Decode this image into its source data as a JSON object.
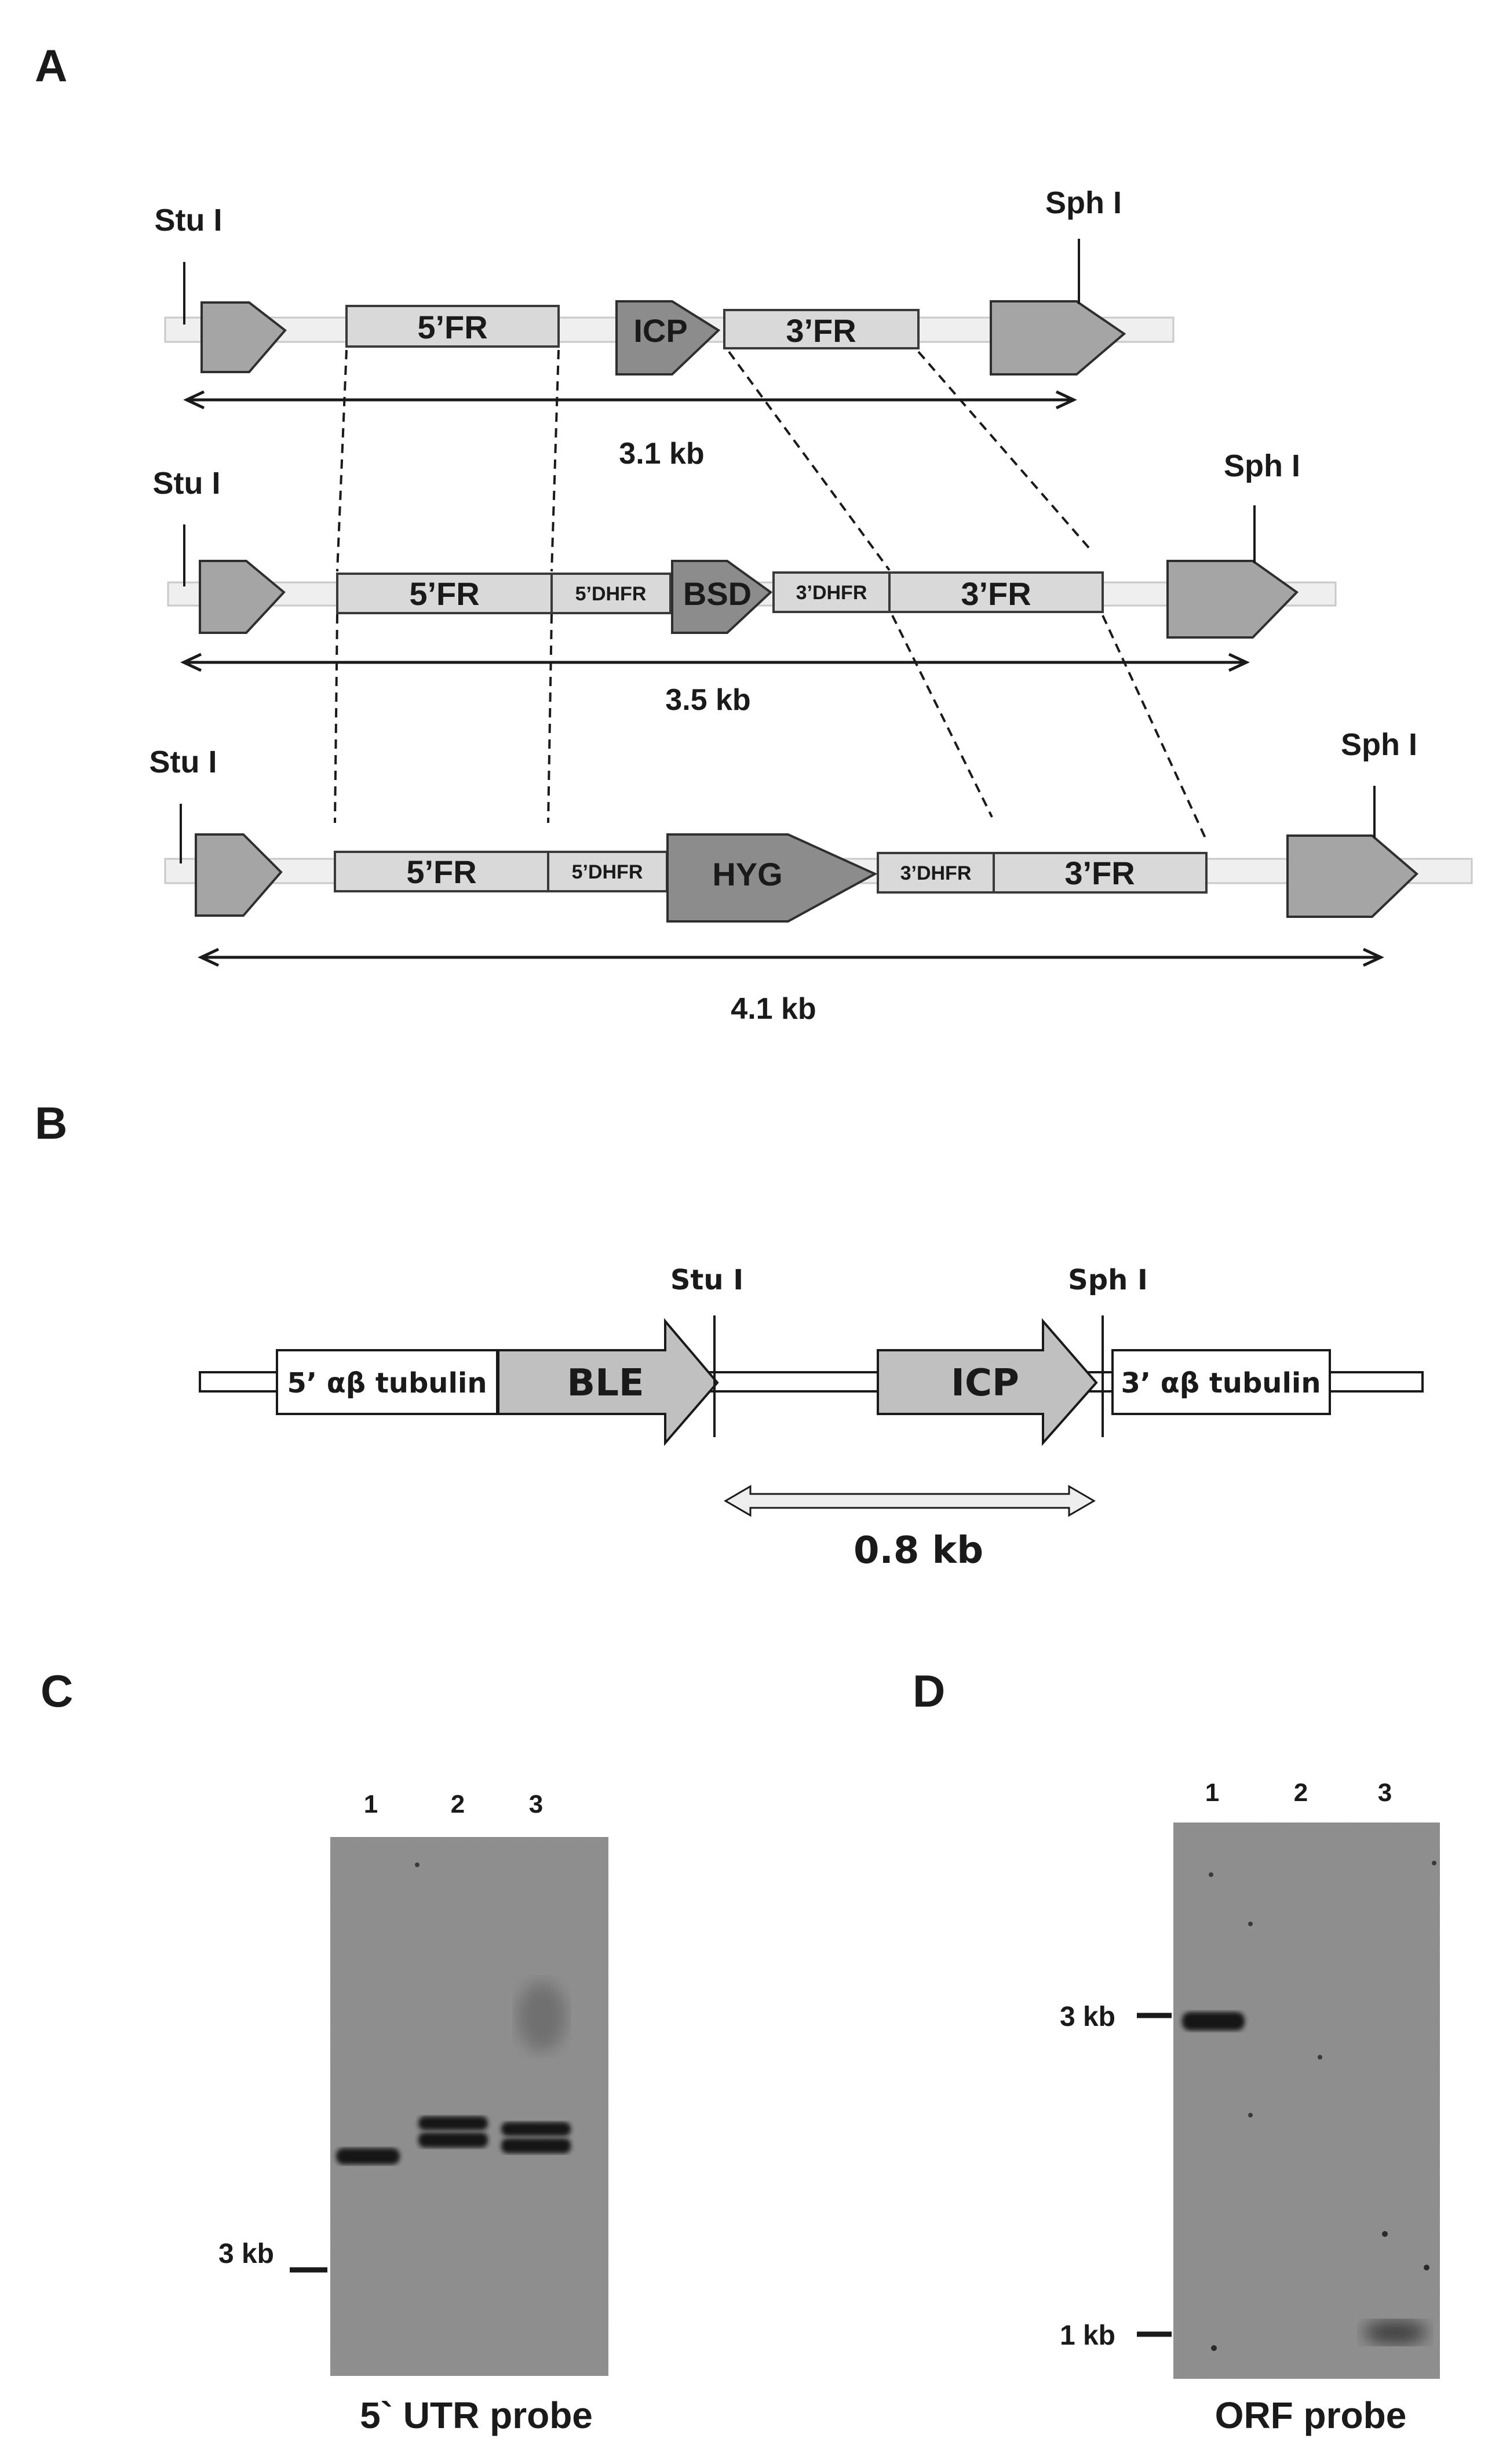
{
  "panels": {
    "a": "A",
    "b": "B",
    "c": "C",
    "d": "D"
  },
  "panel_a": {
    "site_left": "Stu I",
    "site_right": "Sph I",
    "row1": {
      "fr5": "5’FR",
      "gene": "ICP",
      "fr3": "3’FR",
      "size": "3.1 kb"
    },
    "row2": {
      "fr5": "5’FR",
      "dhfr5": "5’DHFR",
      "gene": "BSD",
      "dhfr3": "3’DHFR",
      "fr3": "3’FR",
      "size": "3.5 kb"
    },
    "row3": {
      "fr5": "5’FR",
      "dhfr5": "5’DHFR",
      "gene": "HYG",
      "dhfr3": "3’DHFR",
      "fr3": "3’FR",
      "size": "4.1 kb"
    }
  },
  "panel_b": {
    "utr5": "5’ αβ tubulin",
    "ble": "BLE",
    "site_left": "Stu I",
    "icp": "ICP",
    "site_right": "Sph I",
    "utr3": "3’ αβ tubulin",
    "size": "0.8 kb"
  },
  "panel_c": {
    "lanes": [
      "1",
      "2",
      "3"
    ],
    "marker": "3 kb",
    "probe": "5` UTR probe"
  },
  "panel_d": {
    "lanes": [
      "1",
      "2",
      "3"
    ],
    "marker_high": "3 kb",
    "marker_low": "1 kb",
    "probe": "ORF probe"
  },
  "colors": {
    "blot": "#8a8a8a",
    "band": "#141414",
    "box_fill": "#d9d9d9",
    "arrow_fill": "#a5a5a5"
  }
}
